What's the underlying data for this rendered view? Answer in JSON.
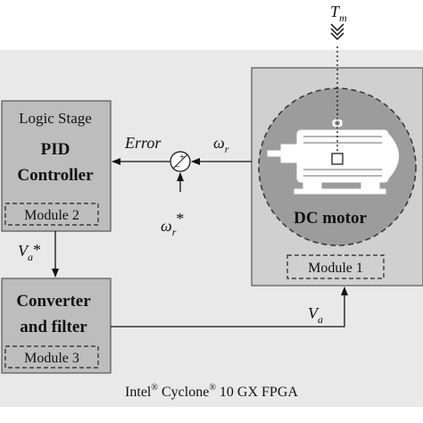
{
  "fpga": {
    "label_prefix": "Intel",
    "reg1": "®",
    "label_mid": " Cyclone",
    "reg2": "®",
    "label_suffix": " 10 GX FPGA"
  },
  "logic_block": {
    "caption": "Logic Stage",
    "title_line1": "PID",
    "title_line2": "Controller",
    "module": "Module 2"
  },
  "converter_block": {
    "title_line1": "Converter",
    "title_line2": "and filter",
    "module": "Module 3"
  },
  "motor_block": {
    "title": "DC motor",
    "module": "Module 1"
  },
  "signals": {
    "error": "Error",
    "omega_r": "ω",
    "omega_r_sub": "r",
    "omega_ref": "ω",
    "omega_ref_sub": "r",
    "omega_ref_star": "*",
    "va_star": "V",
    "va_star_sub": "a",
    "va_star_mark": "*",
    "va": "V",
    "va_sub": "a",
    "tm": "T",
    "tm_sub": "m",
    "sum_plus": "+",
    "sum_minus": "−"
  }
}
